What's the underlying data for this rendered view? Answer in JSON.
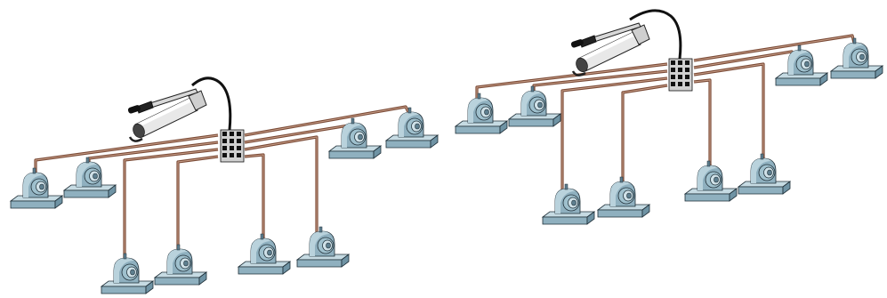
{
  "colors": {
    "pipe": "#7a4a36",
    "pipe_highlight": "#c9a08a",
    "bearing_body": "#8fb0bf",
    "bearing_top": "#b9d2dc",
    "bearing_dark": "#5e7f8f",
    "base_light": "#c6dbe3",
    "base_side": "#8fb0bf",
    "outline": "#1f2f38",
    "gun_body": "#e8e8e8",
    "gun_dark": "#222222",
    "hose": "#111111",
    "block": "#d0d0d0"
  },
  "diagrams": [
    {
      "name": "system-left",
      "bearing_count": 8,
      "pipe_count": 8
    },
    {
      "name": "system-right",
      "bearing_count": 8,
      "pipe_count": 8
    }
  ],
  "icons": [
    "grease-gun-icon",
    "divider-block-icon",
    "pillow-block-bearing-icon"
  ]
}
